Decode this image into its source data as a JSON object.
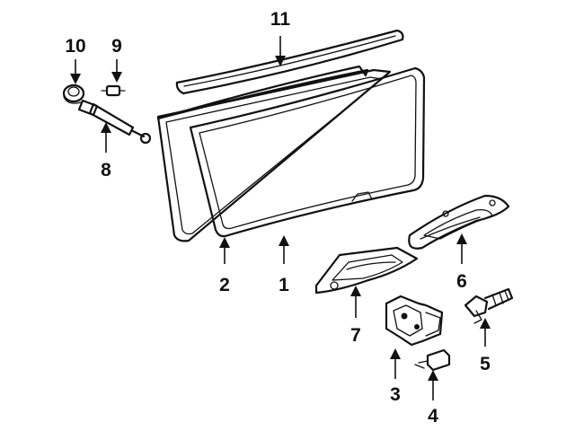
{
  "callouts": {
    "c1": "1",
    "c2": "2",
    "c3": "3",
    "c4": "4",
    "c5": "5",
    "c6": "6",
    "c7": "7",
    "c8": "8",
    "c9": "9",
    "c10": "10",
    "c11": "11"
  },
  "colors": {
    "ink": "#111111",
    "background": "#ffffff"
  }
}
